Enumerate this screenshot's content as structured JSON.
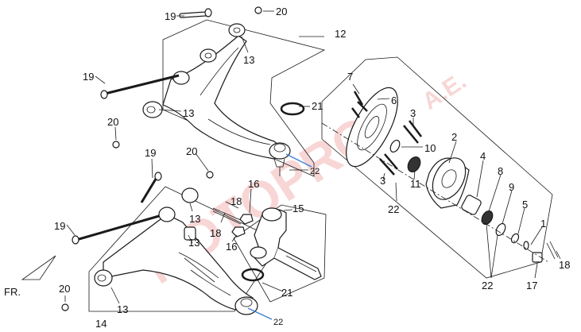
{
  "watermark": {
    "text": "MOTOPRO",
    "suffix": "A.E."
  },
  "front_label": "FR.",
  "callouts": {
    "c19a": "19",
    "c20a": "20",
    "c12": "12",
    "c13a": "13",
    "c19b": "19",
    "c13b": "13",
    "c20b": "20",
    "c21a": "21",
    "c22a": "22",
    "c7": "7",
    "c6": "6",
    "c3a": "3",
    "c10": "10",
    "c2": "2",
    "c11": "11",
    "c3b": "3",
    "c22b": "22",
    "c4": "4",
    "c8": "8",
    "c9": "9",
    "c5": "5",
    "c1": "1",
    "c18a": "18",
    "c17": "17",
    "c22c": "22",
    "c19c": "19",
    "c20c": "20",
    "c19d": "19",
    "c13c": "13",
    "c13d": "13",
    "c18b": "18",
    "c18c": "18",
    "c16a": "16",
    "c16b": "16",
    "c15": "15",
    "c21b": "21",
    "c22d": "22",
    "c13e": "13",
    "c20d": "20",
    "c14": "14"
  },
  "colors": {
    "line": "#1a1a1a",
    "marker": "#3c7fd6",
    "watermark": "#e24a4a"
  }
}
